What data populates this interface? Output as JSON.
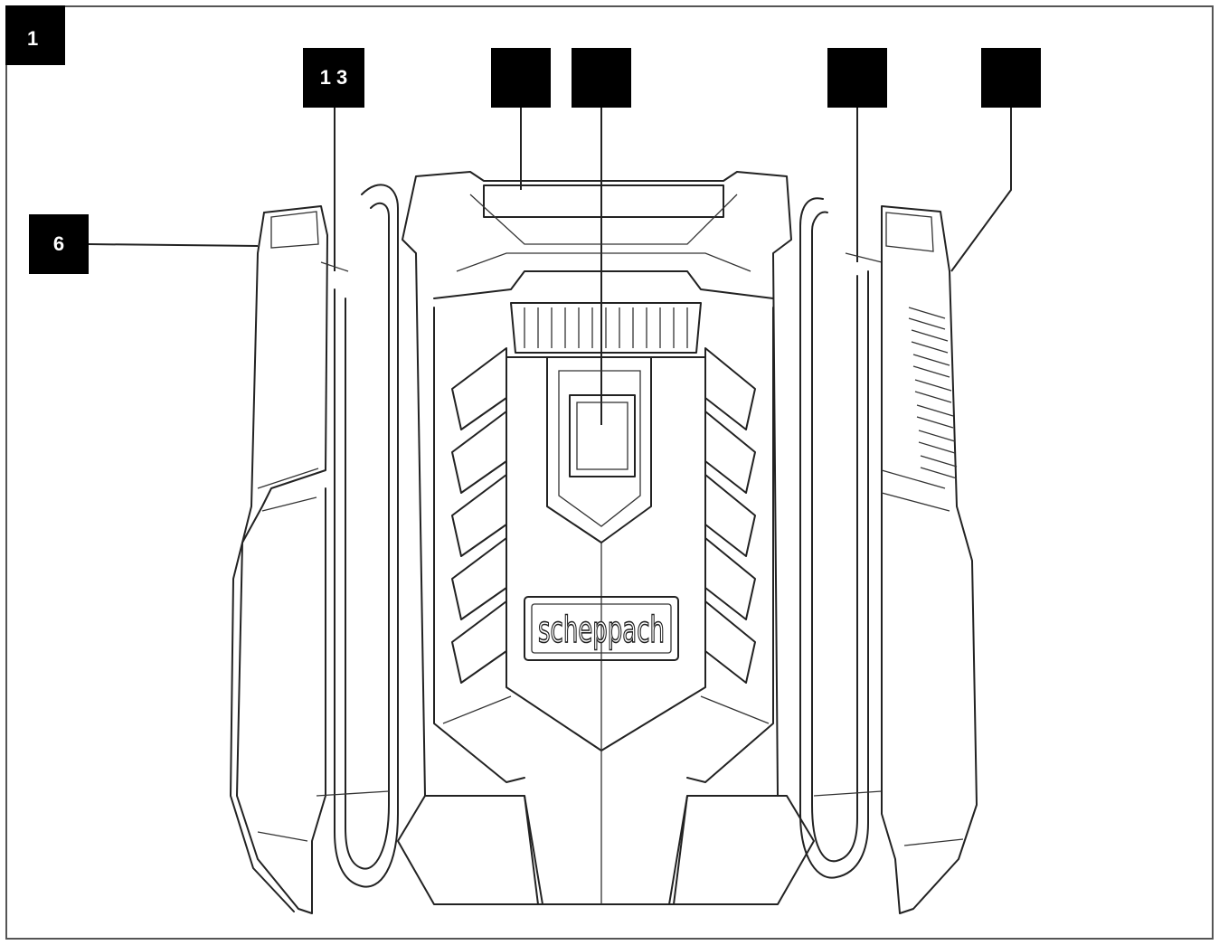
{
  "figure": {
    "number": "1"
  },
  "callouts": {
    "top_left_label": "1 3",
    "side_label": "6",
    "unlabeled_a": "",
    "unlabeled_b": "",
    "unlabeled_c": "",
    "unlabeled_d": ""
  },
  "product": {
    "brand_logo_text": "scheppach"
  },
  "colors": {
    "line": "#222222",
    "badge": "#000000",
    "badge_text": "#ffffff",
    "background": "#ffffff"
  }
}
